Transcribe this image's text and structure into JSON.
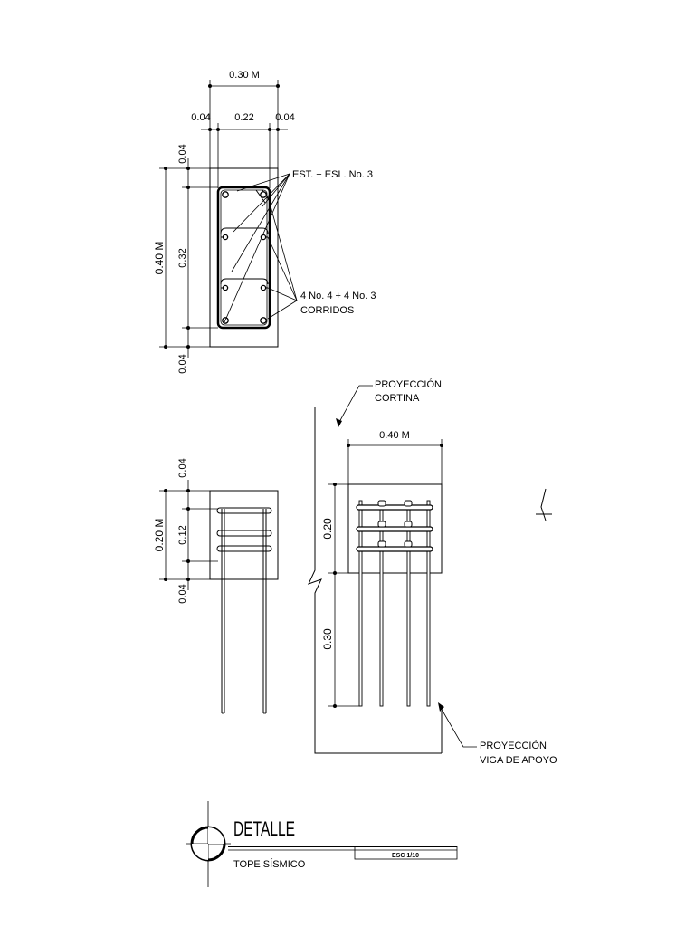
{
  "section": {
    "top_width": "0.30 M",
    "cover_left": "0.04",
    "inner_width": "0.22",
    "cover_right": "0.04",
    "total_height": "0.40 M",
    "cover_top": "0.04",
    "inner_height": "0.32",
    "cover_bottom": "0.04",
    "stirrup_label": "EST. + ESL. No. 3",
    "bars_label_line1": "4 No. 4 + 4 No. 3",
    "bars_label_line2": "CORRIDOS"
  },
  "side_view": {
    "total_height": "0.20 M",
    "cover_top": "0.04",
    "inner_height": "0.12",
    "cover_bottom": "0.04"
  },
  "elevation": {
    "cortina_line1": "PROYECCIÓN",
    "cortina_line2": "CORTINA",
    "width": "0.40 M",
    "height_top": "0.20",
    "height_bottom": "0.30",
    "viga_line1": "PROYECCIÓN",
    "viga_line2": "VIGA DE APOYO"
  },
  "title_block": {
    "title": "DETALLE",
    "subtitle": "TOPE SÍSMICO",
    "scale": "ESC 1/10"
  }
}
